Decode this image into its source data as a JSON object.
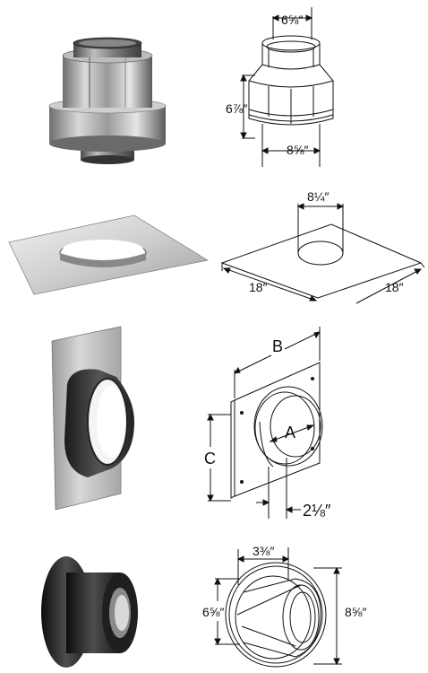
{
  "rows": [
    {
      "photo_icon": "stepped-collar-adapter-photo",
      "drawing_icon": "stepped-collar-adapter-drawing",
      "dims": {
        "top": "6⅝″",
        "side": "6⅞″",
        "bottom": "8⅝″"
      }
    },
    {
      "photo_icon": "flat-ceiling-plate-photo",
      "drawing_icon": "flat-ceiling-plate-drawing",
      "dims": {
        "hole": "8¼″",
        "left": "18″",
        "right": "18″"
      }
    },
    {
      "photo_icon": "wall-thimble-plate-photo",
      "drawing_icon": "wall-thimble-plate-drawing",
      "dims": {
        "top": "B",
        "side": "C",
        "center": "A",
        "depth": "2⅛″"
      }
    },
    {
      "photo_icon": "round-ceiling-support-photo",
      "drawing_icon": "round-ceiling-support-drawing",
      "dims": {
        "top": "3⅜″",
        "left": "6⅝″",
        "right": "8⅝″"
      }
    }
  ]
}
